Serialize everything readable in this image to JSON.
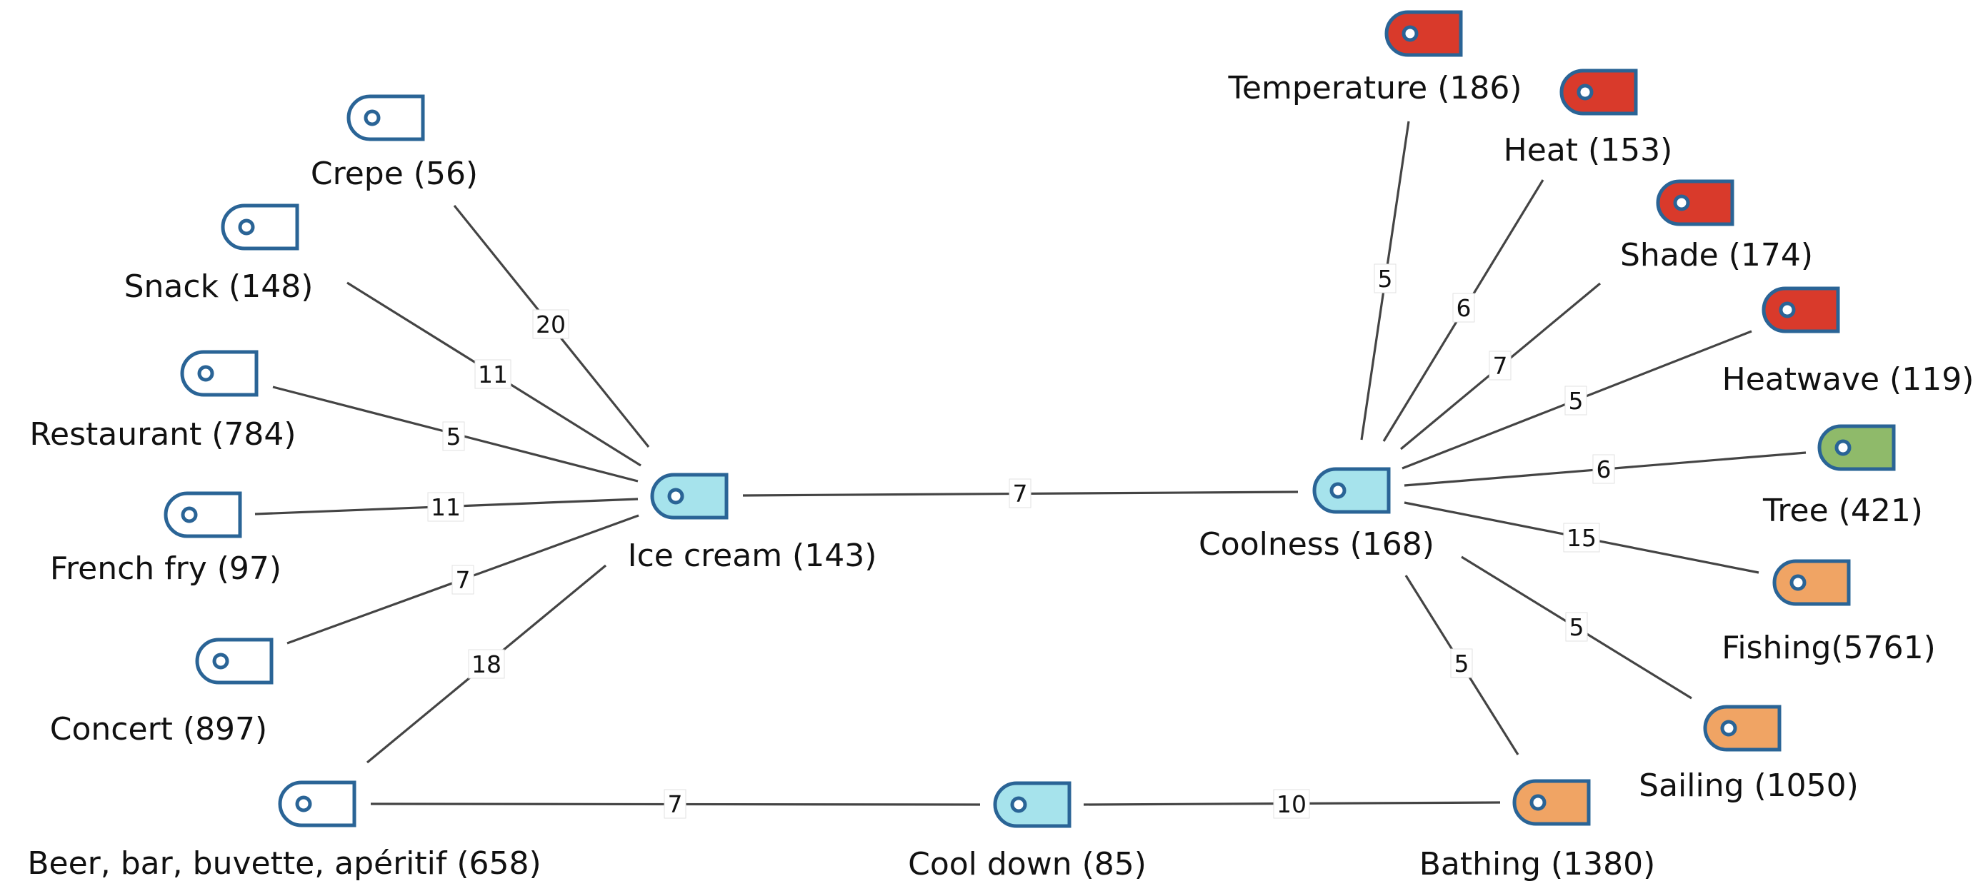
{
  "palette": {
    "outline": "#2a6496",
    "white": "#ffffff",
    "lightblue": "#a6e3ec",
    "red": "#d93a2b",
    "green": "#8fba6a",
    "orange": "#f0a464"
  },
  "nodes": [
    {
      "id": "ice-cream",
      "label": "Ice cream (143)",
      "fill": "lightblue"
    },
    {
      "id": "coolness",
      "label": "Coolness (168)",
      "fill": "lightblue"
    },
    {
      "id": "cool-down",
      "label": "Cool down (85)",
      "fill": "lightblue"
    },
    {
      "id": "crepe",
      "label": "Crepe (56)",
      "fill": "white"
    },
    {
      "id": "snack",
      "label": "Snack (148)",
      "fill": "white"
    },
    {
      "id": "restaurant",
      "label": "Restaurant (784)",
      "fill": "white"
    },
    {
      "id": "french-fry",
      "label": "French fry (97)",
      "fill": "white"
    },
    {
      "id": "concert",
      "label": "Concert (897)",
      "fill": "white"
    },
    {
      "id": "beer",
      "label": "Beer, bar, buvette, apéritif (658)",
      "fill": "white"
    },
    {
      "id": "temperature",
      "label": "Temperature (186)",
      "fill": "red"
    },
    {
      "id": "heat",
      "label": "Heat (153)",
      "fill": "red"
    },
    {
      "id": "shade",
      "label": "Shade (174)",
      "fill": "red"
    },
    {
      "id": "heatwave",
      "label": "Heatwave (119)",
      "fill": "red"
    },
    {
      "id": "tree",
      "label": "Tree (421)",
      "fill": "green"
    },
    {
      "id": "fishing",
      "label": "Fishing(5761)",
      "fill": "orange"
    },
    {
      "id": "sailing",
      "label": "Sailing (1050)",
      "fill": "orange"
    },
    {
      "id": "bathing",
      "label": "Bathing (1380)",
      "fill": "orange"
    }
  ],
  "edges": [
    {
      "from": "crepe",
      "to": "ice-cream",
      "weight": "20"
    },
    {
      "from": "snack",
      "to": "ice-cream",
      "weight": "11"
    },
    {
      "from": "restaurant",
      "to": "ice-cream",
      "weight": "5"
    },
    {
      "from": "french-fry",
      "to": "ice-cream",
      "weight": "11"
    },
    {
      "from": "concert",
      "to": "ice-cream",
      "weight": "7"
    },
    {
      "from": "beer",
      "to": "ice-cream",
      "weight": "18"
    },
    {
      "from": "ice-cream",
      "to": "coolness",
      "weight": "7"
    },
    {
      "from": "beer",
      "to": "cool-down",
      "weight": "7"
    },
    {
      "from": "cool-down",
      "to": "bathing",
      "weight": "10"
    },
    {
      "from": "temperature",
      "to": "coolness",
      "weight": "5"
    },
    {
      "from": "heat",
      "to": "coolness",
      "weight": "6"
    },
    {
      "from": "shade",
      "to": "coolness",
      "weight": "7"
    },
    {
      "from": "heatwave",
      "to": "coolness",
      "weight": "5"
    },
    {
      "from": "tree",
      "to": "coolness",
      "weight": "6"
    },
    {
      "from": "fishing",
      "to": "coolness",
      "weight": "15"
    },
    {
      "from": "sailing",
      "to": "coolness",
      "weight": "5"
    },
    {
      "from": "bathing",
      "to": "coolness",
      "weight": "5"
    }
  ]
}
